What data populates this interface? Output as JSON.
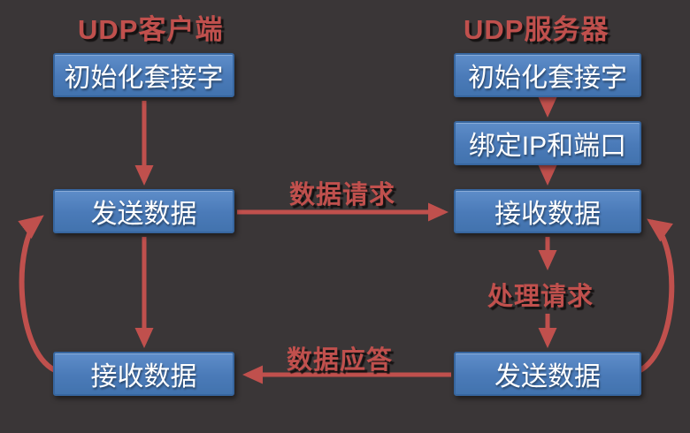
{
  "diagram": {
    "background_color": "#3a3637",
    "accent_red": "#c0504d",
    "box_fill": "#4a7ab8",
    "box_text_color": "#ffffff",
    "client": {
      "title": "UDP客户端",
      "boxes": [
        "初始化套接字",
        "发送数据",
        "接收数据"
      ]
    },
    "server": {
      "title": "UDP服务器",
      "boxes": [
        "初始化套接字",
        "绑定IP和端口",
        "接收数据",
        "发送数据"
      ]
    },
    "labels": {
      "request": "数据请求",
      "process": "处理请求",
      "response": "数据应答"
    }
  }
}
